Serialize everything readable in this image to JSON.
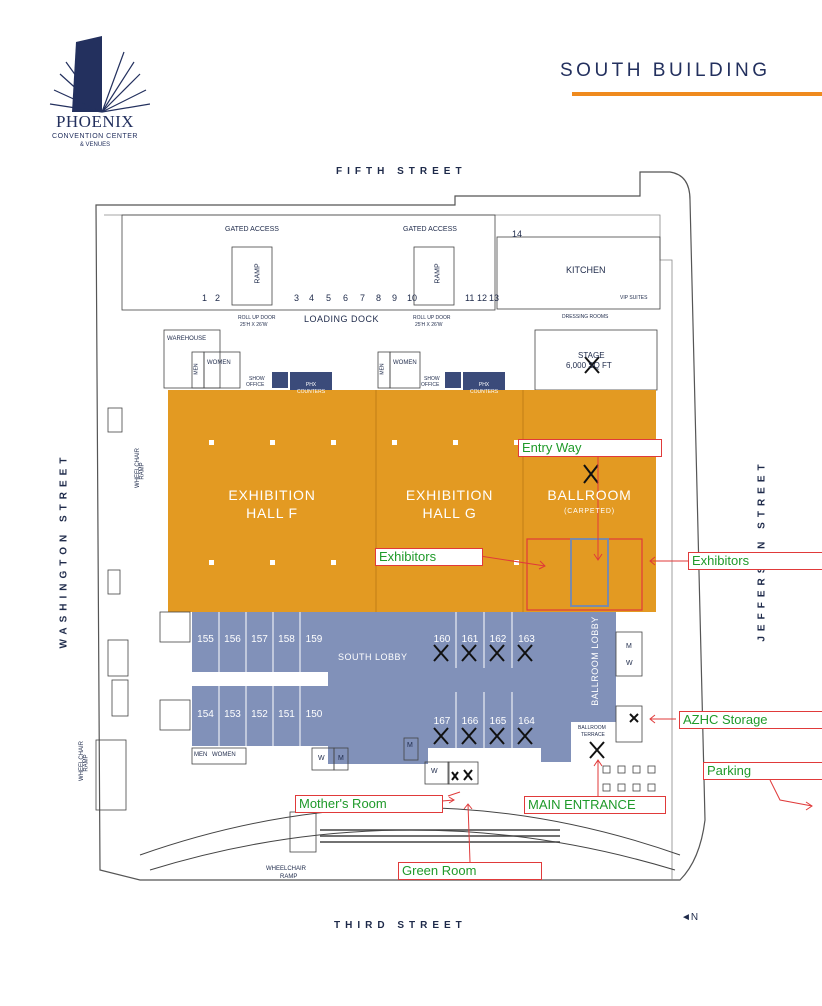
{
  "logo": {
    "name": "PHOENIX",
    "line1": "CONVENTION CENTER",
    "line2": "& VENUES"
  },
  "title": "SOUTH BUILDING",
  "streets": {
    "north": "FIFTH STREET",
    "south": "THIRD STREET",
    "west": "WASHINGTON STREET",
    "east": "JEFFERSON STREET"
  },
  "north_arrow": "◄N",
  "halls": {
    "hall_f": {
      "line1": "EXHIBITION",
      "line2": "HALL F"
    },
    "hall_g": {
      "line1": "EXHIBITION",
      "line2": "HALL G"
    },
    "ballroom": {
      "line1": "BALLROOM",
      "line2": "(CARPETED)"
    }
  },
  "labels": {
    "gated_access": "GATED ACCESS",
    "ramp": "RAMP",
    "loading_dock": "LOADING DOCK",
    "roll_up_door_1": "ROLL UP DOOR",
    "roll_up_door_2": "25'H X 26'W",
    "kitchen": "KITCHEN",
    "vip_suites": "VIP SUITES",
    "dressing_rooms": "DRESSING ROOMS",
    "stage_1": "STAGE",
    "stage_2": "6,000 SQ FT",
    "warehouse": "WAREHOUSE",
    "men": "MEN",
    "women": "WOMEN",
    "show_office_1": "SHOW",
    "show_office_2": "OFFICE",
    "phx_counters_1": "PHX",
    "phx_counters_2": "COUNTERS",
    "south_lobby": "SOUTH LOBBY",
    "ballroom_lobby": "BALLROOM LOBBY",
    "ballroom_terrace_1": "BALLROOM",
    "ballroom_terrace_2": "TERRACE",
    "wheelchair": "WHEELCHAIR",
    "wheelchair_ramp": "RAMP",
    "m": "M",
    "w": "W",
    "dock_14": "14"
  },
  "dock_numbers_left": [
    "1",
    "2"
  ],
  "dock_numbers_mid": [
    "3",
    "4",
    "5",
    "6",
    "7",
    "8",
    "9",
    "10"
  ],
  "dock_numbers_right": [
    "11",
    "12",
    "13"
  ],
  "rooms_row1": [
    "155",
    "156",
    "157",
    "158",
    "159"
  ],
  "rooms_row2": [
    "154",
    "153",
    "152",
    "151",
    "150"
  ],
  "rooms_right_row1": [
    "160",
    "161",
    "162",
    "163"
  ],
  "rooms_right_row2": [
    "167",
    "166",
    "165",
    "164"
  ],
  "annotations": {
    "entry_way": "Entry Way",
    "exhibitors_left": "Exhibitors",
    "exhibitors_right": "Exhibitors",
    "azhc_storage": "AZHC Storage",
    "parking": "Parking",
    "mothers_room": "Mother's Room",
    "main_entrance": "MAIN ENTRANCE",
    "green_room": "Green Room"
  },
  "colors": {
    "exhibit": "#e39a22",
    "room": "#8191b9",
    "navy": "#23305e",
    "accent": "#ef8a1e",
    "annotation_border": "#e03a3a",
    "annotation_text": "#1f9a2a"
  }
}
